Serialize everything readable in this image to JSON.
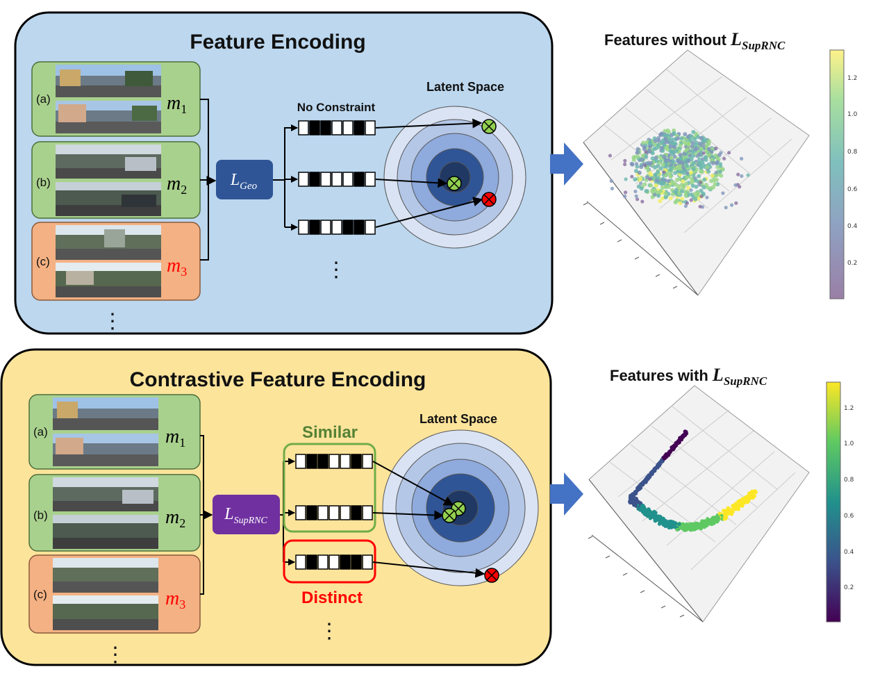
{
  "colors": {
    "panel_top": "#bcd7ee",
    "panel_bottom": "#fde49b",
    "row_green": "#a9d18e",
    "row_orange": "#f4b183",
    "geo_box": "#2f5597",
    "rnc_box": "#7030a0",
    "similar": "#70ad47",
    "distinct": "#ff0000",
    "arrow": "#4472c4",
    "good_marker": "#92d050",
    "bad_marker": "#ff0000",
    "m3_label": "#ff0000"
  },
  "top": {
    "title": "Feature Encoding",
    "rows": [
      {
        "tag": "(a)",
        "m": "m",
        "sub": "1"
      },
      {
        "tag": "(b)",
        "m": "m",
        "sub": "2"
      },
      {
        "tag": "(c)",
        "m": "m",
        "sub": "3"
      }
    ],
    "loss_main": "L",
    "loss_sub": "Geo",
    "no_constraint": "No Constraint",
    "latent": "Latent Space",
    "plot_title_prefix": "Features without ",
    "plot_title_L": "L",
    "plot_title_sub": "SupRNC",
    "colorbar_ticks": [
      "1.2",
      "1.0",
      "0.8",
      "0.6",
      "0.4",
      "0.2"
    ],
    "colormap": "viridis",
    "scatter_icon": "diffuse-feature-cloud-icon"
  },
  "bottom": {
    "title": "Contrastive Feature Encoding",
    "rows": [
      {
        "tag": "(a)",
        "m": "m",
        "sub": "1"
      },
      {
        "tag": "(b)",
        "m": "m",
        "sub": "2"
      },
      {
        "tag": "(c)",
        "m": "m",
        "sub": "3"
      }
    ],
    "loss_main": "L",
    "loss_sub": "SupRNC",
    "similar": "Similar",
    "distinct": "Distinct",
    "latent": "Latent Space",
    "plot_title_prefix": "Features with ",
    "plot_title_L": "L",
    "plot_title_sub": "SupRNC",
    "colorbar_ticks": [
      "1.2",
      "1.0",
      "0.8",
      "0.6",
      "0.4",
      "0.2"
    ],
    "colormap": "viridis",
    "scatter_icon": "curved-feature-manifold-icon"
  },
  "barcodes": {
    "top": [
      [
        0,
        1,
        1,
        0,
        0,
        1,
        0
      ],
      [
        0,
        1,
        0,
        0,
        0,
        1,
        0
      ],
      [
        0,
        1,
        0,
        0,
        1,
        1,
        0
      ]
    ],
    "bottom": [
      [
        0,
        1,
        1,
        0,
        0,
        1,
        0
      ],
      [
        0,
        1,
        0,
        0,
        0,
        1,
        0
      ],
      [
        0,
        1,
        0,
        0,
        1,
        1,
        0
      ]
    ]
  },
  "ellipsis": "⋮"
}
